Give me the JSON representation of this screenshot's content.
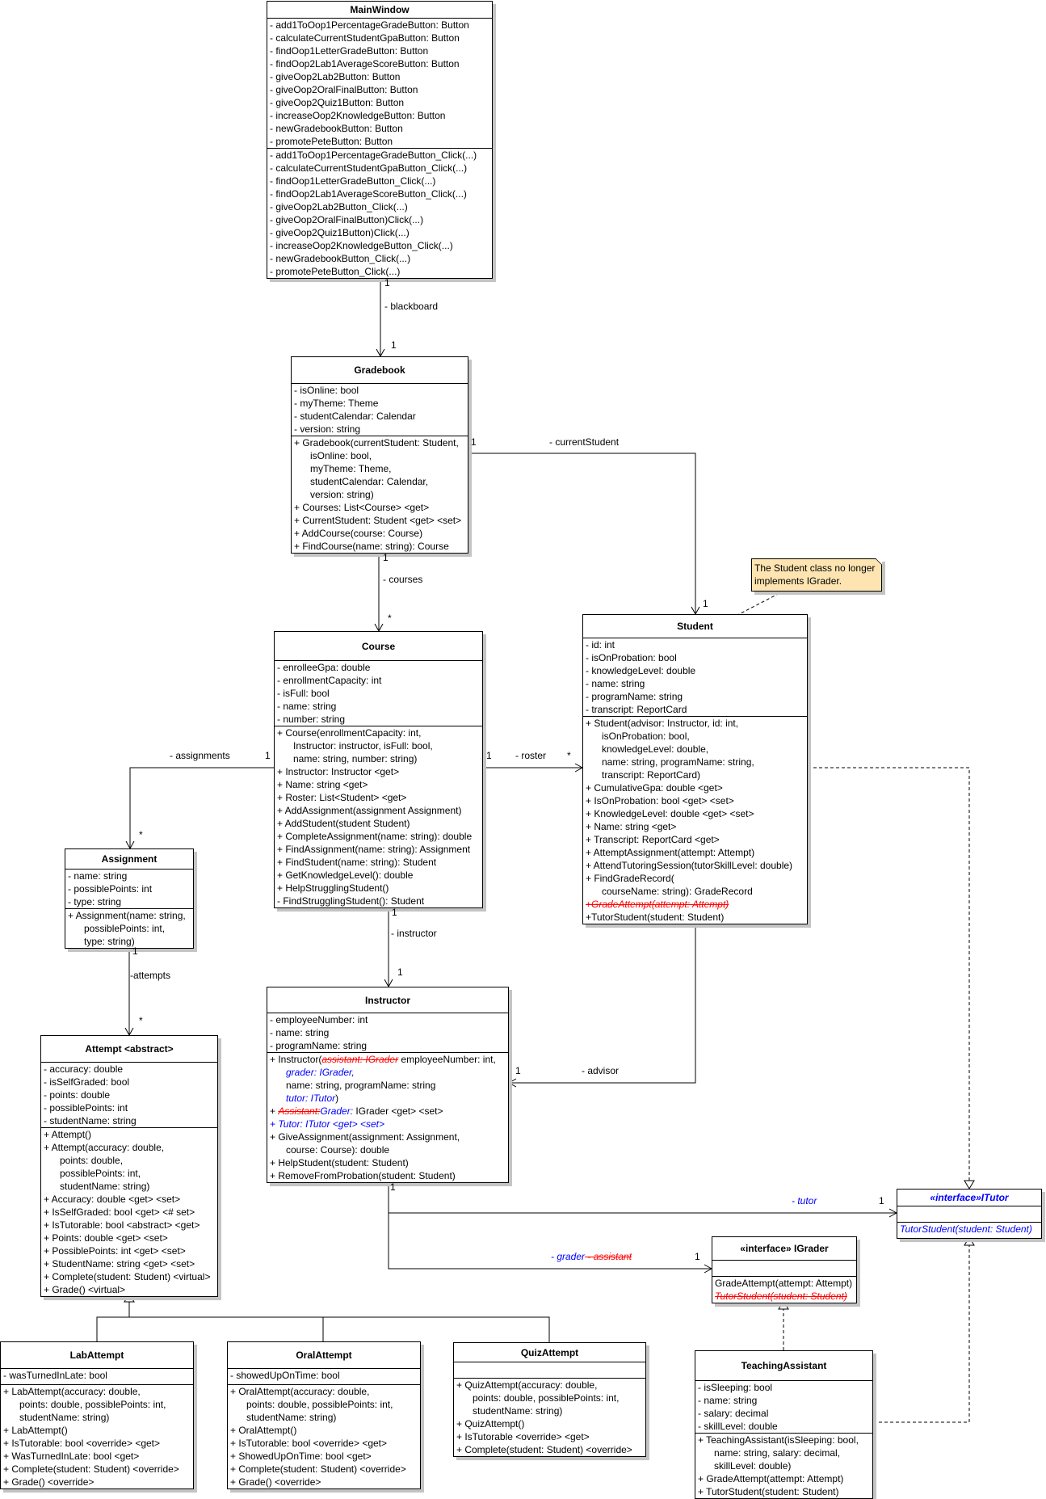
{
  "diagram": {
    "colors": {
      "added": "#0000FF",
      "removed": "#FF0000",
      "note_fill": "#FDE4B1"
    },
    "note": {
      "text": "The Student class no longer implements IGrader."
    },
    "classes": [
      {
        "id": "MainWindow",
        "name": "MainWindow",
        "attributes": [
          "- add1ToOop1PercentageGradeButton: Button",
          "- calculateCurrentStudentGpaButton: Button",
          "- findOop1LetterGradeButton: Button",
          "- findOop2Lab1AverageScoreButton: Button",
          "- giveOop2Lab2Button: Button",
          "- giveOop2OralFinalButton: Button",
          "- giveOop2Quiz1Button: Button",
          "- increaseOop2KnowledgeButton: Button",
          "- newGradebookButton: Button",
          "- promotePeteButton: Button"
        ],
        "methods": [
          "- add1ToOop1PercentageGradeButton_Click(...)",
          "- calculateCurrentStudentGpaButton_Click(...)",
          "- findOop1LetterGradeButton_Click(...)",
          "- findOop2Lab1AverageScoreButton_Click(...)",
          "- giveOop2Lab2Button_Click(...)",
          "- giveOop2OralFinalButton)Click(...)",
          "- giveOop2Quiz1Button)Click(...)",
          "- increaseOop2KnowledgeButton_Click(...)",
          "- newGradebookButton_Click(...)",
          "- promotePeteButton_Click(...)"
        ]
      },
      {
        "id": "Gradebook",
        "name": "Gradebook",
        "attributes": [
          "- isOnline: bool",
          "- myTheme: Theme",
          "- studentCalendar: Calendar",
          "- version: string"
        ],
        "methods": [
          "+ Gradebook(currentStudent: Student,",
          {
            "c": true,
            "t": "isOnline: bool,"
          },
          {
            "c": true,
            "t": "myTheme: Theme,"
          },
          {
            "c": true,
            "t": "studentCalendar: Calendar,"
          },
          {
            "c": true,
            "t": "version: string)"
          },
          "+ Courses: List<Course> <get>",
          "+ CurrentStudent: Student <get> <set>",
          "+ AddCourse(course: Course)",
          "+ FindCourse(name: string): Course"
        ]
      },
      {
        "id": "Course",
        "name": "Course",
        "attributes": [
          "- enrolleeGpa: double",
          "- enrollmentCapacity: int",
          "- isFull: bool",
          "- name: string",
          "- number: string"
        ],
        "methods": [
          "+ Course(enrollmentCapacity: int,",
          {
            "c": true,
            "t": "Instructor: instructor, isFull: bool,"
          },
          {
            "c": true,
            "t": "name: string, number: string)"
          },
          "+ Instructor: Instructor <get>",
          "+ Name: string <get>",
          "+ Roster: List<Student> <get>",
          "+ AddAssignment(assignment Assignment)",
          "+ AddStudent(student Student)",
          "+ CompleteAssignment(name: string): double",
          "+ FindAssignment(name: string): Assignment",
          "+ FindStudent(name: string): Student",
          "+ GetKnowledgeLevel(): double",
          "+ HelpStrugglingStudent()",
          "- FindStrugglingStudent(): Student"
        ]
      },
      {
        "id": "Student",
        "name": "Student",
        "attributes": [
          "- id: int",
          "- isOnProbation: bool",
          "- knowledgeLevel: double",
          "- name: string",
          "- programName: string",
          "- transcript: ReportCard"
        ],
        "methods": [
          "+ Student(advisor: Instructor, id: int,",
          {
            "c": true,
            "t": "isOnProbation: bool,"
          },
          {
            "c": true,
            "t": "knowledgeLevel: double,"
          },
          {
            "c": true,
            "t": "name: string, programName: string,"
          },
          {
            "c": true,
            "t": "transcript: ReportCard)"
          },
          "+ CumulativeGpa: double <get>",
          "+ IsOnProbation: bool <get> <set>",
          "+ KnowledgeLevel: double <get> <set>",
          "+ Name: string <get>",
          "+ Transcript: ReportCard <get>",
          "+ AttemptAssignment(attempt: Attempt)",
          "+ AttendTutoringSession(tutorSkillLevel: double)",
          "+ FindGradeRecord(",
          {
            "c": true,
            "t": "courseName: string): GradeRecord"
          },
          {
            "s": [
              [
                "+GradeAttempt(attempt: Attempt)",
                "del"
              ]
            ]
          },
          "+TutorStudent(student: Student)"
        ]
      },
      {
        "id": "Assignment",
        "name": "Assignment",
        "attributes": [
          "- name: string",
          "- possiblePoints: int",
          "- type: string"
        ],
        "methods": [
          "+ Assignment(name: string,",
          {
            "c": true,
            "t": "possiblePoints: int,"
          },
          {
            "c": true,
            "t": "type: string)"
          }
        ]
      },
      {
        "id": "Instructor",
        "name": "Instructor",
        "attributes": [
          "- employeeNumber: int",
          "- name: string",
          "- programName: string"
        ],
        "methods": [
          {
            "s": [
              [
                "+ Instructor(",
                ""
              ],
              [
                "assistant: IGrader",
                "del"
              ],
              [
                " employeeNumber: int,",
                ""
              ]
            ]
          },
          {
            "c": true,
            "s": [
              [
                "grader: IGrader,",
                "add"
              ]
            ]
          },
          {
            "c": true,
            "t": "name: string, programName: string"
          },
          {
            "c": true,
            "s": [
              [
                "tutor: ITutor",
                "add"
              ],
              [
                ")",
                ""
              ]
            ]
          },
          {
            "s": [
              [
                "+ ",
                ""
              ],
              [
                "Assistant:",
                "del"
              ],
              [
                "Grader:",
                "add"
              ],
              [
                " IGrader <get> <set>",
                ""
              ]
            ]
          },
          {
            "s": [
              [
                "+ Tutor: ITutor <get> <set>",
                "add"
              ]
            ]
          },
          "+ GiveAssignment(assignment: Assignment,",
          {
            "c": true,
            "t": "course: Course): double"
          },
          "+ HelpStudent(student: Student)",
          "+ RemoveFromProbation(student: Student)"
        ]
      },
      {
        "id": "Attempt",
        "name": "Attempt <abstract>",
        "attributes": [
          "- accuracy: double",
          "- isSelfGraded: bool",
          "- points: double",
          "- possiblePoints: int",
          "- studentName: string"
        ],
        "methods": [
          "+ Attempt()",
          "+ Attempt(accuracy: double,",
          {
            "c": true,
            "t": "points: double,"
          },
          {
            "c": true,
            "t": "possiblePoints: int,"
          },
          {
            "c": true,
            "t": "studentName: string)"
          },
          "+ Accuracy: double <get> <set>",
          "+ IsSelfGraded: bool <get> <# set>",
          "+ IsTutorable: bool <abstract> <get>",
          "+ Points: double <get> <set>",
          "+ PossiblePoints: int <get> <set>",
          "+ StudentName: string <get> <set>",
          "+ Complete(student: Student) <virtual>",
          "+ Grade() <virtual>"
        ]
      },
      {
        "id": "ITutor",
        "name": "«interface»ITutor",
        "changed": true,
        "attributes": [],
        "methods": [
          {
            "s": [
              [
                "TutorStudent(student: Student)",
                "add"
              ]
            ]
          }
        ]
      },
      {
        "id": "IGrader",
        "name": "«interface» IGrader",
        "attributes": [],
        "methods": [
          "GradeAttempt(attempt: Attempt)",
          {
            "s": [
              [
                "TutorStudent(student: Student) ",
                "del"
              ]
            ]
          }
        ]
      },
      {
        "id": "TeachingAssistant",
        "name": "TeachingAssistant",
        "attributes": [
          "- isSleeping: bool",
          "- name: string",
          "- salary: decimal",
          "- skillLevel: double"
        ],
        "methods": [
          "+ TeachingAssistant(isSleeping: bool,",
          {
            "c": true,
            "t": "name: string, salary: decimal,"
          },
          {
            "c": true,
            "t": "skillLevel: double)"
          },
          "+ GradeAttempt(attempt: Attempt)",
          "+ TutorStudent(student: Student)"
        ]
      },
      {
        "id": "LabAttempt",
        "name": "LabAttempt",
        "attributes": [
          "- wasTurnedInLate: bool"
        ],
        "methods": [
          "+ LabAttempt(accuracy: double,",
          {
            "c": true,
            "t": "points: double, possiblePoints: int,"
          },
          {
            "c": true,
            "t": "studentName: string)"
          },
          "+ LabAttempt()",
          "+ IsTutorable: bool <override> <get>",
          "+ WasTurnedInLate: bool <get>",
          "+ Complete(student: Student) <override>",
          "+ Grade() <override>"
        ]
      },
      {
        "id": "OralAttempt",
        "name": "OralAttempt",
        "attributes": [
          "- showedUpOnTime: bool"
        ],
        "methods": [
          "+ OralAttempt(accuracy: double,",
          {
            "c": true,
            "t": "points: double, possiblePoints: int,"
          },
          {
            "c": true,
            "t": "studentName: string)"
          },
          "+ OralAttempt()",
          "+ IsTutorable: bool <override> <get>",
          "+ ShowedUpOnTime: bool <get>",
          "+ Complete(student: Student) <override>",
          "+ Grade() <override>"
        ]
      },
      {
        "id": "QuizAttempt",
        "name": "QuizAttempt",
        "attributes": [],
        "methods": [
          "+ QuizAttempt(accuracy: double,",
          {
            "c": true,
            "t": "points: double, possiblePoints: int,"
          },
          {
            "c": true,
            "t": "studentName: string)"
          },
          "+ QuizAttempt()",
          "+ IsTutorable <override> <get>",
          "+ Complete(student: Student) <override>"
        ]
      }
    ],
    "associations": [
      {
        "id": "blackboard",
        "from": "MainWindow",
        "to": "Gradebook",
        "role": [
          [
            "- blackboard",
            ""
          ]
        ],
        "source_mult": "1",
        "target_mult": "1"
      },
      {
        "id": "currentStudent",
        "from": "Gradebook",
        "to": "Student",
        "role": [
          [
            "- currentStudent",
            ""
          ]
        ],
        "source_mult": "1",
        "target_mult": "1"
      },
      {
        "id": "courses",
        "from": "Gradebook",
        "to": "Course",
        "role": [
          [
            "- courses",
            ""
          ]
        ],
        "source_mult": "1",
        "target_mult": "*"
      },
      {
        "id": "assignments",
        "from": "Course",
        "to": "Assignment",
        "role": [
          [
            "- assignments",
            ""
          ]
        ],
        "source_mult": "1",
        "target_mult": "*"
      },
      {
        "id": "roster",
        "from": "Course",
        "to": "Student",
        "role": [
          [
            "- roster",
            ""
          ]
        ],
        "source_mult": "1",
        "target_mult": "*"
      },
      {
        "id": "instructor",
        "from": "Course",
        "to": "Instructor",
        "role": [
          [
            "- instructor",
            ""
          ]
        ],
        "source_mult": "1",
        "target_mult": "1"
      },
      {
        "id": "advisor",
        "from": "Student",
        "to": "Instructor",
        "role": [
          [
            "- advisor",
            ""
          ]
        ],
        "target_mult": "1"
      },
      {
        "id": "attempts",
        "from": "Assignment",
        "to": "Attempt",
        "role": [
          [
            "-attempts",
            ""
          ]
        ],
        "source_mult": "1",
        "target_mult": "*"
      },
      {
        "id": "tutor",
        "from": "Instructor",
        "to": "ITutor",
        "role": [
          [
            "- tutor",
            "add"
          ]
        ],
        "source_mult": "1",
        "target_mult": "1"
      },
      {
        "id": "grader",
        "from": "Instructor",
        "to": "IGrader",
        "role": [
          [
            "- grader",
            "add"
          ],
          [
            " - assistant",
            "del"
          ]
        ],
        "target_mult": "1"
      }
    ]
  }
}
